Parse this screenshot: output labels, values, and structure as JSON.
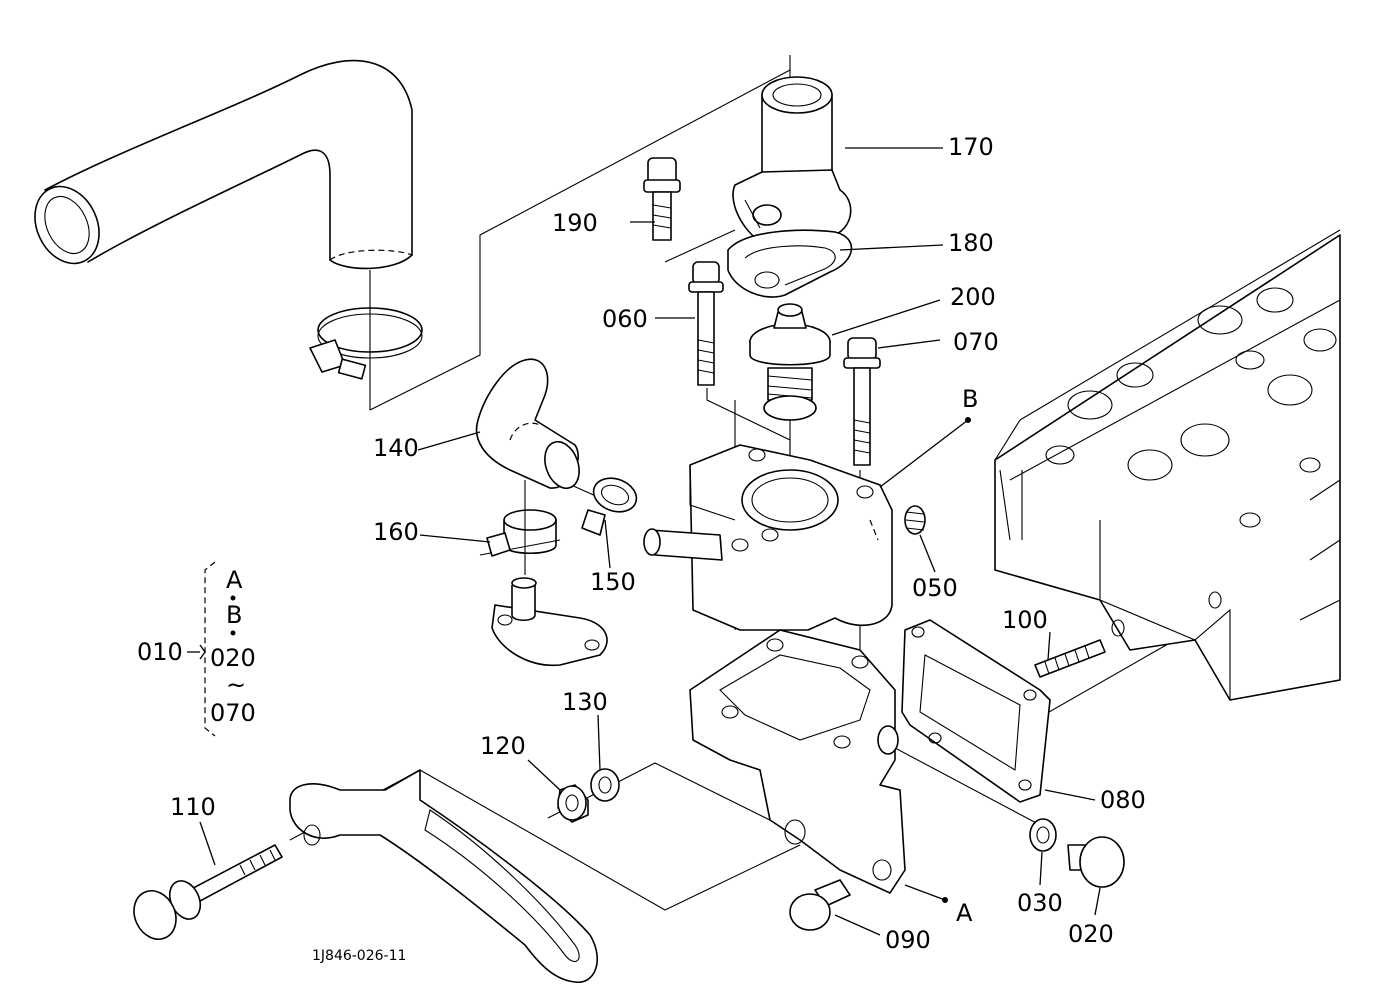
{
  "drawing_code": "1J846-026-11",
  "labels": {
    "p170": "170",
    "p180": "180",
    "p190": "190",
    "p200": "200",
    "p060": "060",
    "p070": "070",
    "p140": "140",
    "p160": "160",
    "p150": "150",
    "p050": "050",
    "p100": "100",
    "p130": "130",
    "p120": "120",
    "p110": "110",
    "p080": "080",
    "p030": "030",
    "p020": "020",
    "p090": "090",
    "refA": "A",
    "refB": "B"
  },
  "assembly": {
    "part": "010",
    "line1": "A",
    "line2": "B",
    "line3": "020",
    "tilde": "~",
    "line4": "070"
  }
}
